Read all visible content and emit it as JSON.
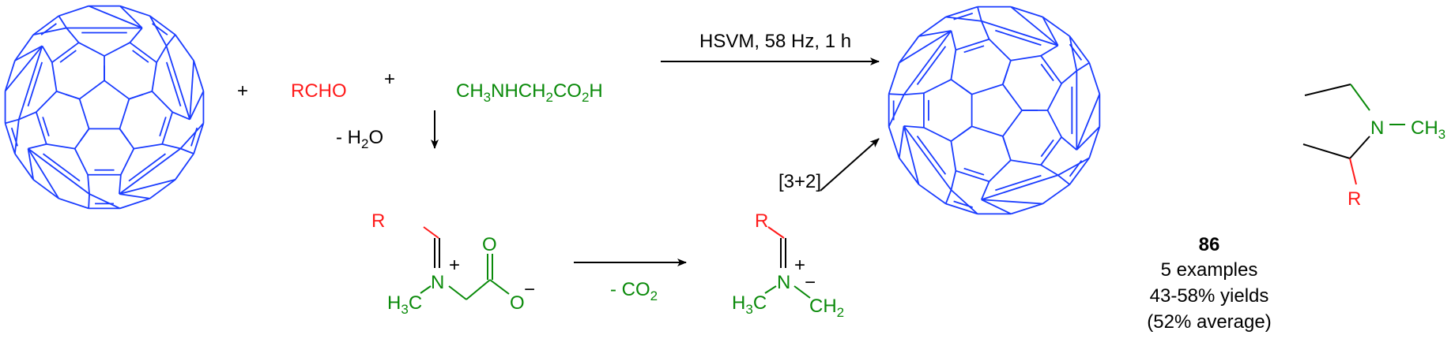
{
  "colors": {
    "fullerene": "#1a3cff",
    "aldehyde": "#ff1a1a",
    "sarcosine": "#0a8a0a",
    "bonds": "#000000"
  },
  "reagents": {
    "plus1": "+",
    "aldehyde": "RCHO",
    "plus2": "+",
    "sarcosine": [
      "CH",
      "3",
      "NHCH",
      "2",
      "CO",
      "2",
      "H"
    ]
  },
  "conditions": {
    "main": "HSVM, 58 Hz, 1 h",
    "dehydration": [
      "- H",
      "2",
      "O"
    ],
    "decarboxylation": [
      "- CO",
      "2"
    ],
    "cycloaddition": "[3+2]"
  },
  "iminium": {
    "R": "R",
    "N": "N",
    "charge_pos": "+",
    "methyl": [
      "H",
      "3",
      "C"
    ],
    "O_top": "O",
    "O_minus": "O",
    "charge_neg": "−"
  },
  "ylide": {
    "R": "R",
    "N": "N",
    "charge_pos": "+",
    "charge_neg": "−",
    "methyl": [
      "H",
      "3",
      "C"
    ],
    "ch2": [
      "CH",
      "2"
    ]
  },
  "product": {
    "N": "N",
    "methyl": [
      "CH",
      "3"
    ],
    "R": "R",
    "compound_number": "86",
    "examples": "5 examples",
    "yields": "43-58%  yields",
    "average": "(52% average)"
  }
}
